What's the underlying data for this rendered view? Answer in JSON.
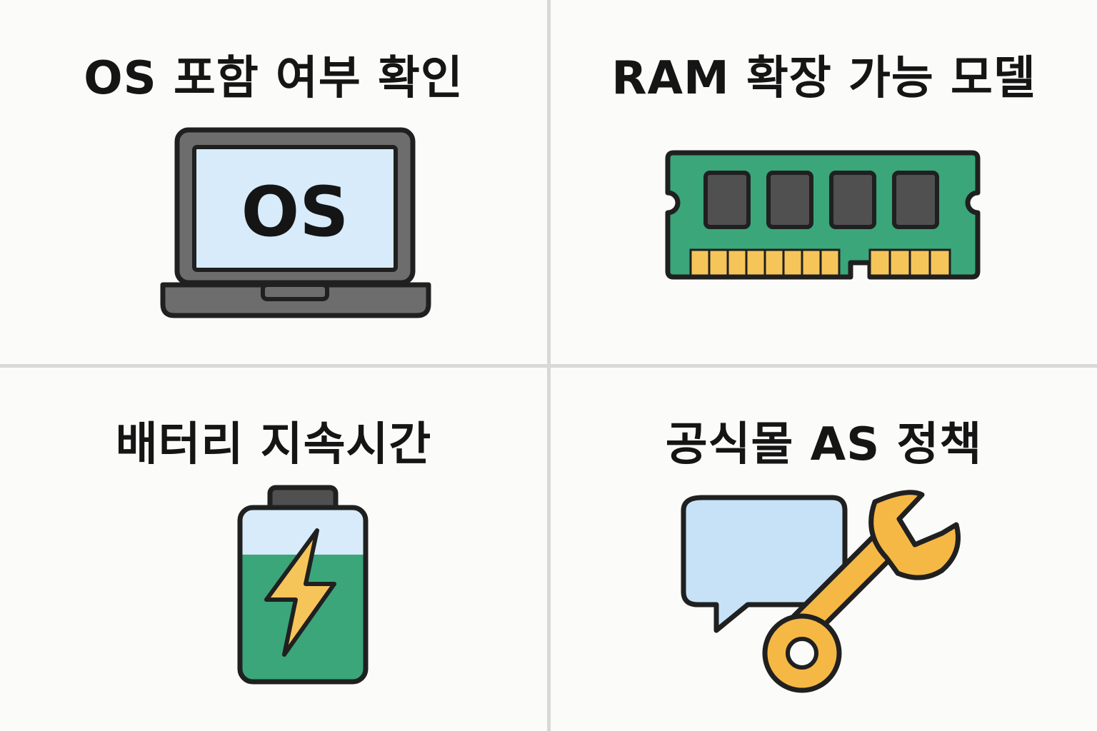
{
  "cells": {
    "os": {
      "title": "OS 포함 여부 확인",
      "screen_label": "OS",
      "icon": "laptop-icon"
    },
    "ram": {
      "title": "RAM 확장 가능 모델",
      "icon": "ram-module-icon"
    },
    "battery": {
      "title": "배터리 지속시간",
      "icon": "battery-icon",
      "level": 0.82
    },
    "as": {
      "title": "공식몰 AS 정책",
      "icon": "support-wrench-icon"
    }
  },
  "colors": {
    "background": "#fbfbf9",
    "outline": "#202020",
    "screen": "#d7ebfa",
    "laptop_body": "#6d6d6d",
    "pcb_green": "#3aa67a",
    "chip": "#505050",
    "gold": "#f6c55a",
    "battery_green": "#3aa67a",
    "battery_top": "#d7ebfa",
    "bubble": "#c7e2f7",
    "wrench": "#f6b845"
  }
}
